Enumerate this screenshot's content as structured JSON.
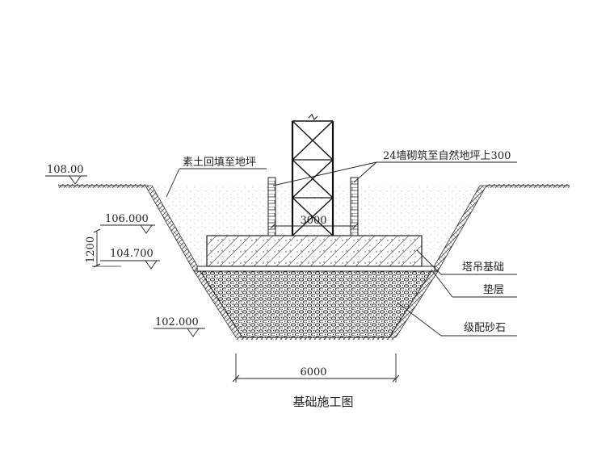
{
  "labels": {
    "backfill": "素土回填至地坪",
    "brick_wall": "24墙砌筑至自然地坪上300",
    "tower_foundation": "塔吊基础",
    "cushion": "垫层",
    "gravel": "级配砂石"
  },
  "elevations": {
    "ground": "108.00",
    "level_a": "106.000",
    "level_b": "104.700",
    "bottom": "102.000"
  },
  "dimensions": {
    "foundation_width": "3000",
    "depth": "1200",
    "bottom_width": "6000"
  },
  "caption": "基础施工图"
}
